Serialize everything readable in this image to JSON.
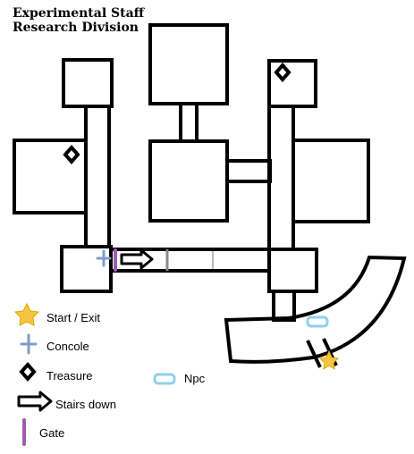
{
  "title": {
    "line1": "Experimental Staff",
    "line2": "Research Division"
  },
  "legend": {
    "start_exit": "Start / Exit",
    "console": "Concole",
    "treasure": "Treasure",
    "stairs_down": "Stairs down",
    "gate": "Gate",
    "npc": "Npc"
  },
  "colors": {
    "wall": "#000000",
    "start_star": "#f5c542",
    "console": "#7f9cc9",
    "gate": "#a05cb0",
    "gate_grey": "#8a8a8a",
    "npc": "#8fd0e8",
    "background": "#ffffff"
  },
  "icons": {
    "start_exit": "star-icon",
    "console": "cross-icon",
    "treasure": "diamond-icon",
    "stairs_down": "arrow-right-icon",
    "gate": "gate-bar-icon",
    "npc": "rounded-rect-icon"
  }
}
